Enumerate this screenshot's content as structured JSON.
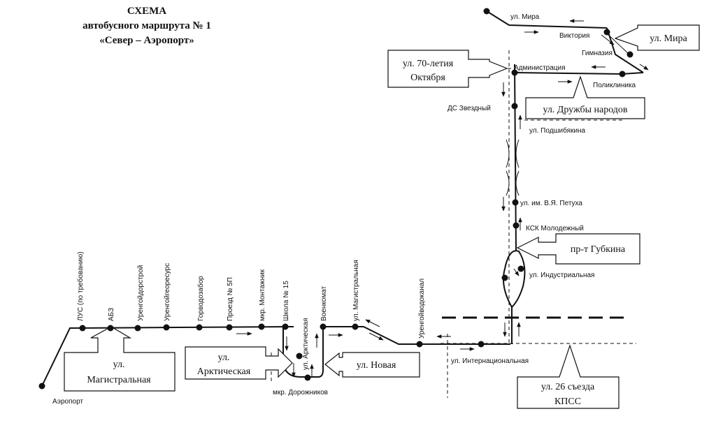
{
  "title": {
    "line1": "СХЕМА",
    "line2": "автобусного маршрута № 1",
    "line3": "«Север – Аэропорт»"
  },
  "stops": {
    "airport": "Аэропорт",
    "lus": "ЛУС (по требованию)",
    "abz": "АБЗ",
    "urengoydorstroy": "Уренгойдорстрой",
    "urengoyresurs": "Уренгойгеоресурс",
    "gorvodozabor": "Горводозабор",
    "proezd5p": "Проезд № 5П",
    "montazhnik": "мкр. Монтажник",
    "school15": "Школа № 15",
    "ul_arkticheskaya": "ул. Арктическая",
    "voenkomat": "Военкомат",
    "ul_magistralnaya": "ул. Магистральная",
    "dorozhnikov": "мкр. Дорожников",
    "urengoyvodokanal": "Уренгойводоканал",
    "ul_internatsionalnaya": "ул. Интернациональная",
    "ul_industrialnaya": "ул. Индустриальная",
    "ksk": "КСК Молодежный",
    "petukh": "ул. им. В.Я. Петуха",
    "podshibyakina": "ул. Подшибякина",
    "ds_zvezdny": "ДС Звездный",
    "administratsiya": "Администрация",
    "poliklinika": "Поликлиника",
    "gimnaziya": "Гимназия",
    "viktoriya": "Виктория",
    "ul_mira": "ул. Мира"
  },
  "callouts": {
    "magistralnaya": [
      "ул.",
      "Магистральная"
    ],
    "arkticheskaya": [
      "ул.",
      "Арктическая"
    ],
    "novaya": "ул. Новая",
    "kpss": [
      "ул. 26 съезда",
      "КПСС"
    ],
    "gubkina": "пр-т Губкина",
    "druzhby": "ул. Дружбы народов",
    "oktyabrya": [
      "ул. 70-летия",
      "Октября"
    ],
    "mira": "ул. Мира"
  }
}
